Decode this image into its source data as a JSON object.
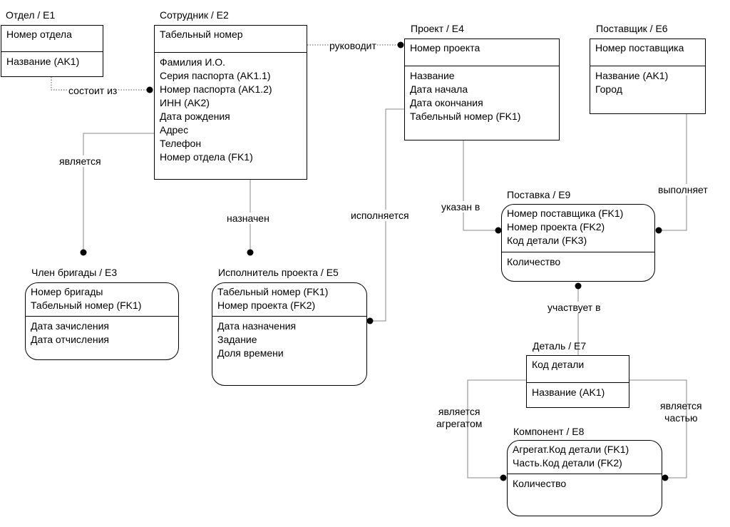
{
  "entities": {
    "e1": {
      "title": "Отдел / E1",
      "key": [
        "Номер отдела"
      ],
      "attrs": [
        "Название (AK1)"
      ]
    },
    "e2": {
      "title": "Сотрудник / E2",
      "key": [
        "Табельный номер"
      ],
      "attrs": [
        "Фамилия И.О.",
        "Серия паспорта (AK1.1)",
        "Номер паспорта (AK1.2)",
        "ИНН (AK2)",
        "Дата рождения",
        "Адрес",
        "Телефон",
        "Номер отдела (FK1)"
      ]
    },
    "e3": {
      "title": "Член бригады / E3",
      "key": [
        "Номер бригады",
        "Табельный номер (FK1)"
      ],
      "attrs": [
        "Дата зачисления",
        "Дата отчисления"
      ]
    },
    "e4": {
      "title": "Проект / E4",
      "key": [
        "Номер проекта"
      ],
      "attrs": [
        "Название",
        "Дата начала",
        "Дата окончания",
        "Табельный номер (FK1)"
      ]
    },
    "e5": {
      "title": "Исполнитель проекта / E5",
      "key": [
        "Табельный номер (FK1)",
        "Номер проекта (FK2)"
      ],
      "attrs": [
        "Дата назначения",
        "Задание",
        "Доля времени"
      ]
    },
    "e6": {
      "title": "Поставщик / E6",
      "key": [
        "Номер поставщика"
      ],
      "attrs": [
        "Название (AK1)",
        "Город"
      ]
    },
    "e7": {
      "title": "Деталь / E7",
      "key": [
        "Код детали"
      ],
      "attrs": [
        "Название (AK1)"
      ]
    },
    "e8": {
      "title": "Компонент / E8",
      "key": [
        "Агрегат.Код детали (FK1)",
        "Часть.Код детали (FK2)"
      ],
      "attrs": [
        "Количество"
      ]
    },
    "e9": {
      "title": "Поставка / E9",
      "key": [
        "Номер поставщика (FK1)",
        "Номер проекта (FK2)",
        "Код детали (FK3)"
      ],
      "attrs": [
        "Количество"
      ]
    }
  },
  "relationships": {
    "sostoit_iz": "состоит из",
    "rukovodit": "руководит",
    "yavlyaetsya": "является",
    "naznachen": "назначен",
    "ispolnyaetsya": "исполняется",
    "ukazan_v": "указан в",
    "vypolnyaet": "выполняет",
    "uchastvuet_v": "участвует в",
    "yavlyaetsya_agregatom": [
      "является",
      "агрегатом"
    ],
    "yavlyaetsya_chastyu": [
      "является",
      "частью"
    ]
  }
}
